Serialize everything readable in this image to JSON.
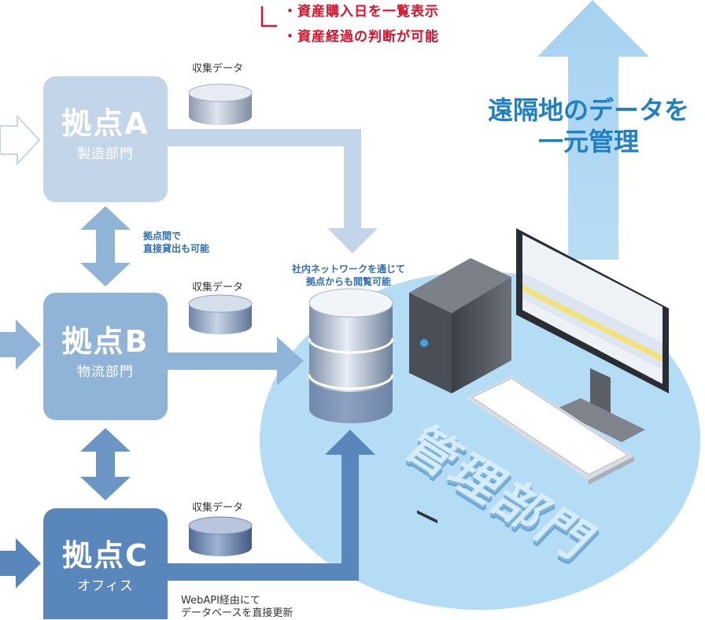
{
  "header_points": [
    "・資産購入日を一覧表示",
    "・資産経過の判断が可能"
  ],
  "remote_title": [
    "遠隔地のデータを",
    "一元管理"
  ],
  "collect_label": "収集データ",
  "nodes": [
    {
      "title": "拠点A",
      "subtitle": "製造部門",
      "color": "#c3d5e8"
    },
    {
      "title": "拠点B",
      "subtitle": "物流部門",
      "color": "#8fb4d8"
    },
    {
      "title": "拠点C",
      "subtitle": "オフィス",
      "color": "#5a87bb"
    }
  ],
  "notes": {
    "direct_lending": [
      "拠点間で",
      "直接貸出も可能"
    ],
    "network": [
      "社内ネットワークを通じて",
      "拠点からも閲覧可能"
    ],
    "webapi": [
      "WebAPI経由にて",
      "データベースを直接更新"
    ]
  },
  "management_label": "管理部門",
  "colors": {
    "accent_red": "#d8102a",
    "title_blue": "#1e7fc4",
    "ellipse": "#b4dcf5"
  }
}
